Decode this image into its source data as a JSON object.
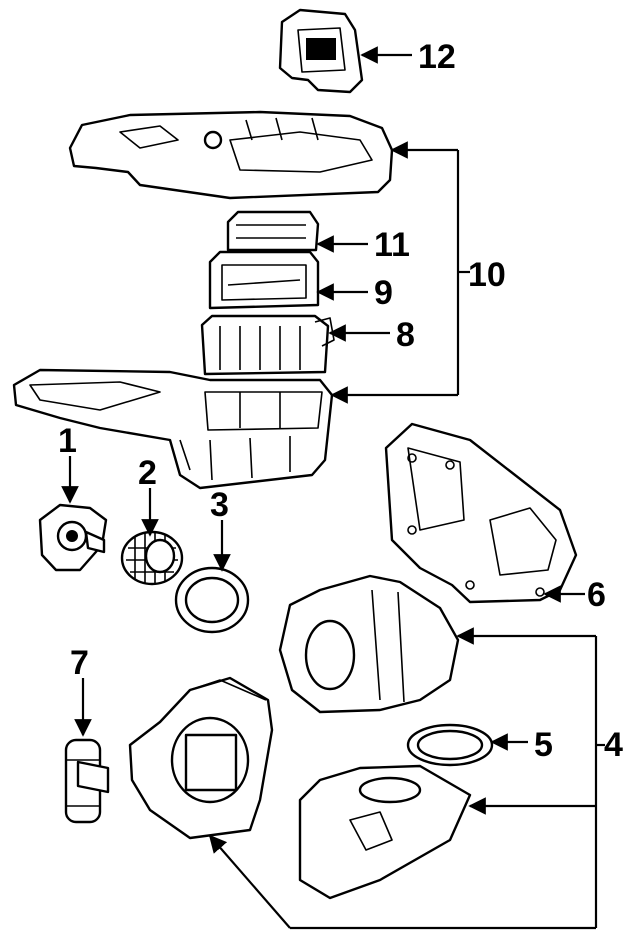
{
  "callouts": [
    {
      "id": "1",
      "text": "1"
    },
    {
      "id": "2",
      "text": "2"
    },
    {
      "id": "3",
      "text": "3"
    },
    {
      "id": "4",
      "text": "4"
    },
    {
      "id": "5",
      "text": "5"
    },
    {
      "id": "6",
      "text": "6"
    },
    {
      "id": "7",
      "text": "7"
    },
    {
      "id": "8",
      "text": "8"
    },
    {
      "id": "9",
      "text": "9"
    },
    {
      "id": "10",
      "text": "10"
    },
    {
      "id": "11",
      "text": "11"
    },
    {
      "id": "12",
      "text": "12"
    }
  ],
  "colors": {
    "ink": "#000000",
    "paper": "#ffffff"
  }
}
